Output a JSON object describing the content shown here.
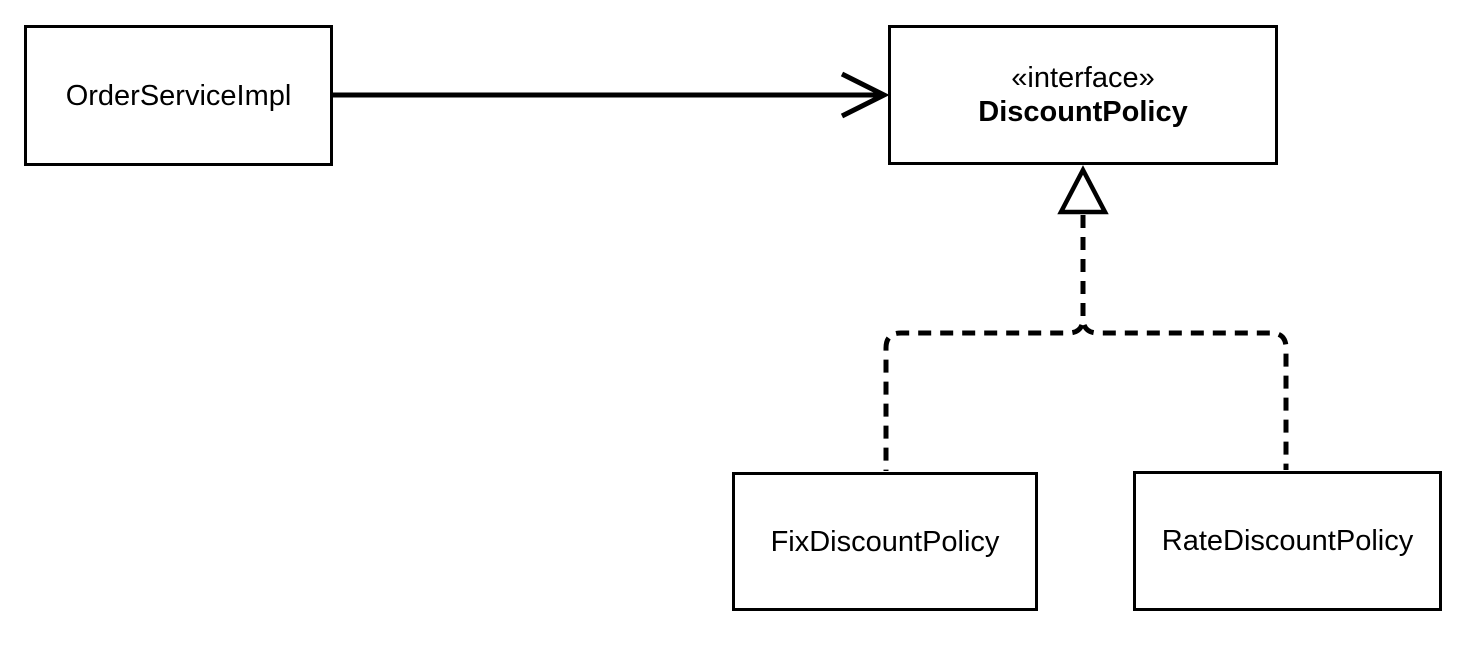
{
  "nodes": {
    "order": {
      "label": "OrderServiceImpl"
    },
    "policy": {
      "stereotype": "«interface»",
      "label": "DiscountPolicy"
    },
    "fix": {
      "label": "FixDiscountPolicy"
    },
    "rate": {
      "label": "RateDiscountPolicy"
    }
  },
  "edges": [
    {
      "from": "OrderServiceImpl",
      "to": "DiscountPolicy",
      "type": "dependency",
      "line": "solid",
      "arrowhead": "open-v"
    },
    {
      "from": "FixDiscountPolicy",
      "to": "DiscountPolicy",
      "type": "realization",
      "line": "dashed",
      "arrowhead": "hollow-triangle"
    },
    {
      "from": "RateDiscountPolicy",
      "to": "DiscountPolicy",
      "type": "realization",
      "line": "dashed",
      "arrowhead": "hollow-triangle"
    }
  ],
  "colors": {
    "background": "#ffffff",
    "stroke": "#000000",
    "node_fill": "#ffffff",
    "text": "#000000"
  }
}
